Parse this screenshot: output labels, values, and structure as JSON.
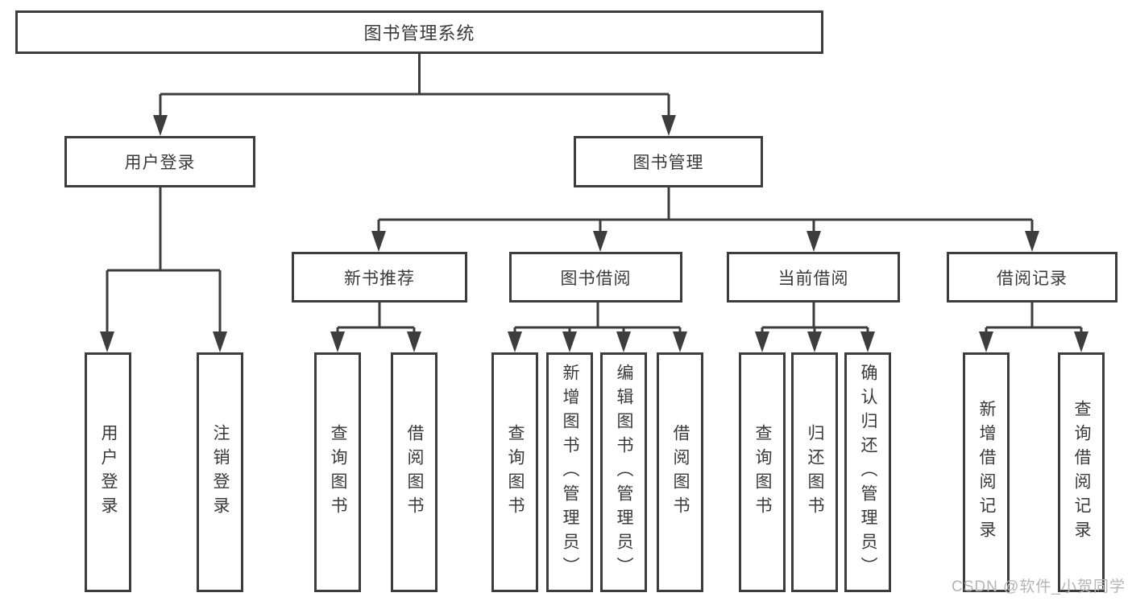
{
  "tree": {
    "label": "图书管理系统",
    "children": [
      {
        "label": "用户登录",
        "children": [
          {
            "label": "用户登录"
          },
          {
            "label": "注销登录"
          }
        ]
      },
      {
        "label": "图书管理",
        "children": [
          {
            "label": "新书推荐",
            "children": [
              {
                "label": "查询图书"
              },
              {
                "label": "借阅图书"
              }
            ]
          },
          {
            "label": "图书借阅",
            "children": [
              {
                "label": "查询图书"
              },
              {
                "label": "新增图书（管理员）"
              },
              {
                "label": "编辑图书（管理员）"
              },
              {
                "label": "借阅图书"
              }
            ]
          },
          {
            "label": "当前借阅",
            "children": [
              {
                "label": "查询图书"
              },
              {
                "label": "归还图书"
              },
              {
                "label": "确认归还（管理员）"
              }
            ]
          },
          {
            "label": "借阅记录",
            "children": [
              {
                "label": "新增借阅记录"
              },
              {
                "label": "查询借阅记录"
              }
            ]
          }
        ]
      }
    ]
  },
  "watermark": {
    "text": "CSDN @软件_小贺同学"
  },
  "colors": {
    "line": "#3d3d3d",
    "text": "#3a3a3a",
    "watermark": "#b5b5b5",
    "background": "#ffffff"
  }
}
